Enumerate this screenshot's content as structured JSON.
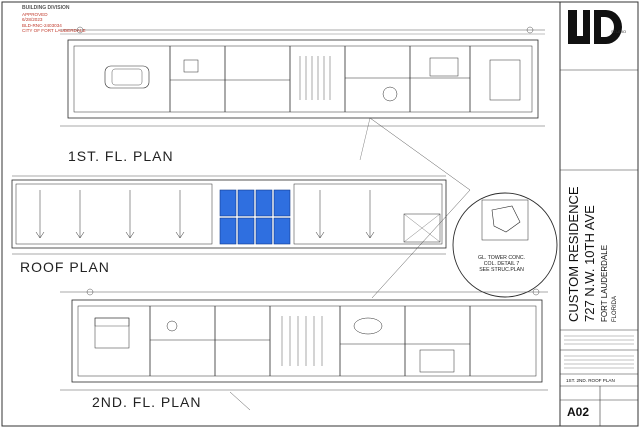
{
  "stamp": {
    "division": "BUILDING DIVISION",
    "status": "APPROVED",
    "date": "6/28/2023",
    "permit": "BLD-RNC-2403034",
    "city": "CITY OF FORT LAUDERDALE"
  },
  "plans": {
    "first_floor": "1ST. FL. PLAN",
    "roof": "ROOF PLAN",
    "second_floor": "2ND. FL. PLAN"
  },
  "detail_note": {
    "line1": "GL. TOWER CONC.",
    "line2": "COL. DETAIL 7",
    "line3": "SEE STRUC.PLAN"
  },
  "title_block": {
    "logo": "UD",
    "logo_sub": "STUDIO",
    "project_line1": "CUSTOM RESIDENCE",
    "project_line2": "727 N.W. 10TH AVE",
    "city": "FORT LAUDERDALE",
    "state": "FLORIDA",
    "sheet_title": "1ST. 2ND. ROOF PLAN",
    "sheet_number": "A02"
  },
  "colors": {
    "line": "#2a2a2a",
    "solar_panel": "#2f6fe0",
    "stamp": "#c0392b"
  }
}
